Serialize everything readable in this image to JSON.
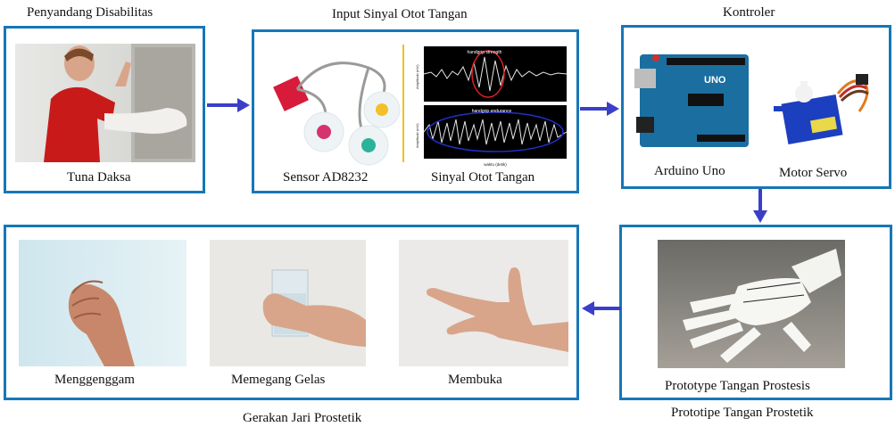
{
  "title_top": {
    "left": "Penyandang Disabilitas",
    "center": "Input Sinyal Otot Tangan",
    "right": "Kontroler"
  },
  "box1": {
    "caption": "Tuna Daksa"
  },
  "box2": {
    "sensor_caption": "Sensor AD8232",
    "signal_caption": "Sinyal Otot Tangan",
    "chart_top_title": "handgrip strength",
    "chart_bottom_title": "handgrip endurance",
    "y_axis_label": "Amplitudo (mV)",
    "x_axis_label": "waktu (detik)"
  },
  "box3": {
    "arduino_caption": "Arduino Uno",
    "servo_caption": "Motor Servo",
    "arduino_text": "UNO"
  },
  "box4": {
    "caption": "Prototype Tangan Prostesis",
    "below": "Prototipe Tangan Prostetik"
  },
  "box5": {
    "items": [
      "Menggenggam",
      "Memegang Gelas",
      "Membuka"
    ],
    "below": "Gerakan Jari Prostetik"
  },
  "colors": {
    "border": "#1677b8",
    "arrow": "#3b3fc8"
  }
}
